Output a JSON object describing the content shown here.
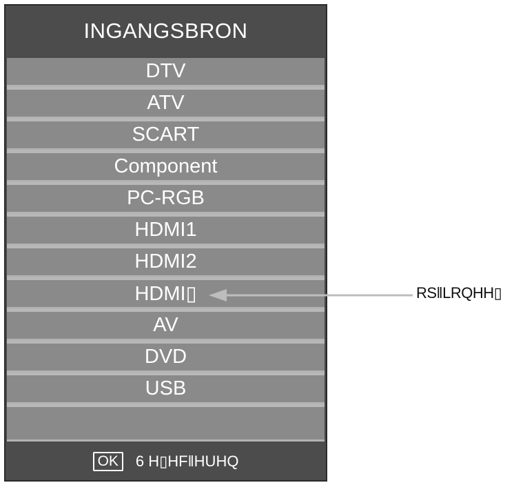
{
  "menu": {
    "title": "INGANGSBRON",
    "items": [
      {
        "label": "DTV"
      },
      {
        "label": "ATV"
      },
      {
        "label": "SCART"
      },
      {
        "label": "Component"
      },
      {
        "label": "PC-RGB"
      },
      {
        "label": "HDMI1"
      },
      {
        "label": "HDMI2"
      },
      {
        "label": "HDMI▯"
      },
      {
        "label": "AV"
      },
      {
        "label": "DVD"
      },
      {
        "label": "USB"
      },
      {
        "label": ""
      }
    ],
    "footer": {
      "ok_key": "OK",
      "hint": "6 H▯HF‖HUHQ"
    }
  },
  "callout": {
    "label": "RS‖LRQHH▯"
  },
  "colors": {
    "panel": "#4c4c4c",
    "item": "#8a8a8a",
    "separator": "#b3b3b3",
    "pointer": "#bdbdbd"
  }
}
